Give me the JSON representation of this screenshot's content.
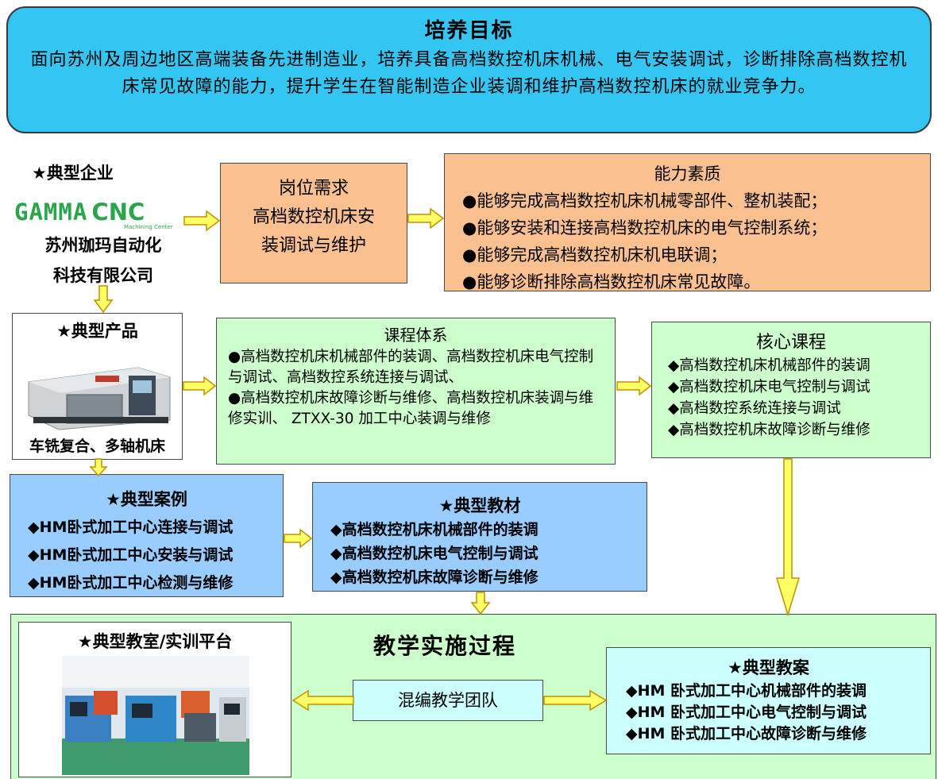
{
  "goal": {
    "title": "培养目标",
    "body": "面向苏州及周边地区高端装备先进制造业，培养具备高档数控机床机械、电气安装调试，诊断排除高档数控机床常见故障的能力，提升学生在智能制造企业装调和维护高档数控机床的就业竞争力。"
  },
  "enterprise": {
    "title": "★典型企业",
    "logo_main": "GAMMA",
    "logo_cnc": "CNC",
    "logo_sub": "Machining Center",
    "name_line1": "苏州珈玛自动化",
    "name_line2": "科技有限公司"
  },
  "post": {
    "title": "岗位需求",
    "line1": "高档数控机床安",
    "line2": "装调试与维护"
  },
  "ability": {
    "title": "能力素质",
    "items": [
      "●能够完成高档数控机床机械零部件、整机装配；",
      "●能够安装和连接高档数控机床的电气控制系统；",
      "●能够完成高档数控机床机电联调；",
      "●能够诊断排除高档数控机床常见故障。"
    ]
  },
  "product": {
    "title": "★典型产品",
    "caption": "车铣复合、多轴机床"
  },
  "course": {
    "title": "课程体系",
    "p1": "●高档数控机床机械部件的装调、高档数控机床电气控制与调试、高档数控系统连接与调试、",
    "p2": "●高档数控机床故障诊断与维修、高档数控机床装调与维修实训、 ZTXX-30 加工中心装调与维修"
  },
  "core": {
    "title": "核心课程",
    "items": [
      "◆高档数控机床机械部件的装调",
      "◆高档数控机床电气控制与调试",
      "◆高档数控系统连接与调试",
      "◆高档数控机床故障诊断与维修"
    ]
  },
  "case": {
    "title": "★典型案例",
    "items": [
      "◆HM卧式加工中心连接与调试",
      "◆HM卧式加工中心安装与调试",
      "◆HM卧式加工中心检测与维修"
    ]
  },
  "book": {
    "title": "★典型教材",
    "items": [
      "◆高档数控机床机械部件的装调",
      "◆高档数控机床电气控制与调试",
      "◆高档数控机床故障诊断与维修"
    ]
  },
  "implementation": {
    "title": "教学实施过程"
  },
  "classroom": {
    "title": "★典型教室/实训平台"
  },
  "team": {
    "label": "混编教学团队"
  },
  "plan": {
    "title": "★典型教案",
    "items": [
      "◆HM 卧式加工中心机械部件的装调",
      "◆HM 卧式加工中心电气控制与调试",
      "◆HM 卧式加工中心故障诊断与维修"
    ]
  },
  "colors": {
    "goal_bg": "#33c6f2",
    "orange": "#fac090",
    "green": "#ccffcc",
    "blue": "#99ccff",
    "cyan": "#ccffff",
    "arrow_fill": "#ffff66",
    "arrow_stroke": "#c09000",
    "logo_green": "#2aa54a"
  }
}
